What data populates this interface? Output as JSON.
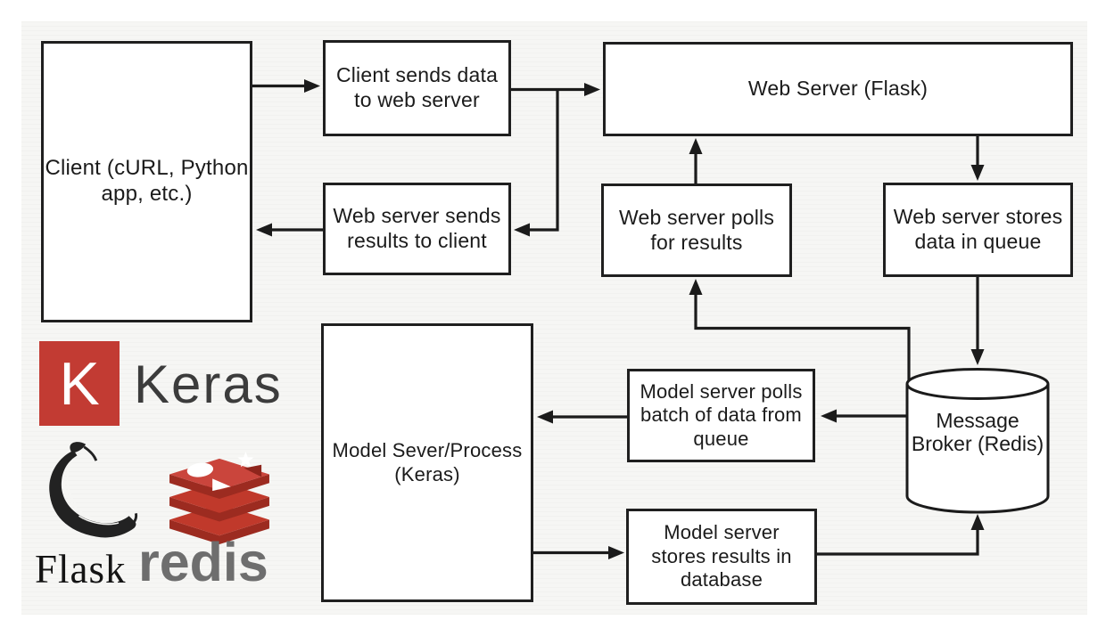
{
  "diagram": {
    "nodes": {
      "client": {
        "lines": [
          "Client (cURL, Python",
          "app, etc.)"
        ]
      },
      "client_sends": {
        "lines": [
          "Client sends data",
          "to web server"
        ]
      },
      "web_server_sends": {
        "lines": [
          "Web server sends",
          "results to client"
        ]
      },
      "web_server": {
        "lines": [
          "Web Server (Flask)"
        ]
      },
      "web_server_polls": {
        "lines": [
          "Web server polls",
          "for results"
        ]
      },
      "web_server_stores": {
        "lines": [
          "Web server stores",
          "data in queue"
        ]
      },
      "model_server": {
        "lines": [
          "Model Sever/Process",
          "(Keras)"
        ]
      },
      "model_server_polls": {
        "lines": [
          "Model server polls",
          "batch of data from",
          "queue"
        ]
      },
      "model_server_stores": {
        "lines": [
          "Model server",
          "stores results in",
          "database"
        ]
      },
      "message_broker": {
        "lines": [
          "Message",
          "Broker",
          "(Redis)"
        ]
      }
    },
    "edges": [
      {
        "from": "client",
        "to": "client_sends"
      },
      {
        "from": "client_sends",
        "to": "web_server"
      },
      {
        "from": "web_server",
        "to": "web_server_sends"
      },
      {
        "from": "web_server_sends",
        "to": "client"
      },
      {
        "from": "web_server_polls",
        "to": "web_server"
      },
      {
        "from": "web_server",
        "to": "web_server_stores"
      },
      {
        "from": "web_server_stores",
        "to": "message_broker"
      },
      {
        "from": "message_broker",
        "to": "web_server_polls"
      },
      {
        "from": "message_broker",
        "to": "model_server_polls"
      },
      {
        "from": "model_server_polls",
        "to": "model_server"
      },
      {
        "from": "model_server",
        "to": "model_server_stores"
      },
      {
        "from": "model_server_stores",
        "to": "message_broker"
      }
    ],
    "logos": {
      "keras_badge_letter": "K",
      "keras_wordmark": "Keras",
      "flask_wordmark": "Flask",
      "redis_wordmark": "redis"
    },
    "colors": {
      "ink": "#1b1b1b",
      "canvas_bg": "#f6f6f4",
      "keras_red": "#c23b33",
      "keras_text_gray": "#3c3c3c",
      "redis_face_red": "#c0392b",
      "redis_top_red": "#ca453c",
      "redis_side_red": "#9c2b20",
      "redis_dark_red": "#8e251c",
      "redis_text_gray": "#6e6e6e"
    }
  }
}
